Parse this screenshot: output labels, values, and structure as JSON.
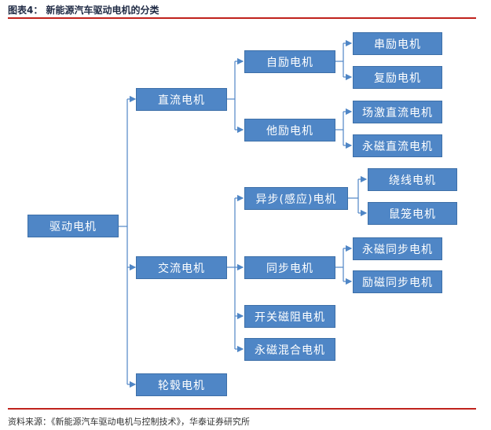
{
  "caption": "图表4：  新能源汽车驱动电机的分类",
  "source": "资料来源：《新能源汽车驱动电机与控制技术》，华泰证券研究所",
  "colors": {
    "accent_rule": "#c0221c",
    "node_fill": "#4f86c6",
    "connector": "#4f86c6"
  },
  "tree": {
    "root": "驱动电机",
    "dc": "直流电机",
    "ac": "交流电机",
    "hub": "轮毂电机",
    "dc_self": "自励电机",
    "dc_separate": "他励电机",
    "series": "串励电机",
    "compound": "复励电机",
    "field_dc": "场激直流电机",
    "pm_dc": "永磁直流电机",
    "async": "异步(感应)电机",
    "sync": "同步电机",
    "srm": "开关磁阻电机",
    "pm_hybrid": "永磁混合电机",
    "wound": "绕线电机",
    "squirrel": "鼠笼电机",
    "pm_sync": "永磁同步电机",
    "ex_sync": "励磁同步电机"
  }
}
